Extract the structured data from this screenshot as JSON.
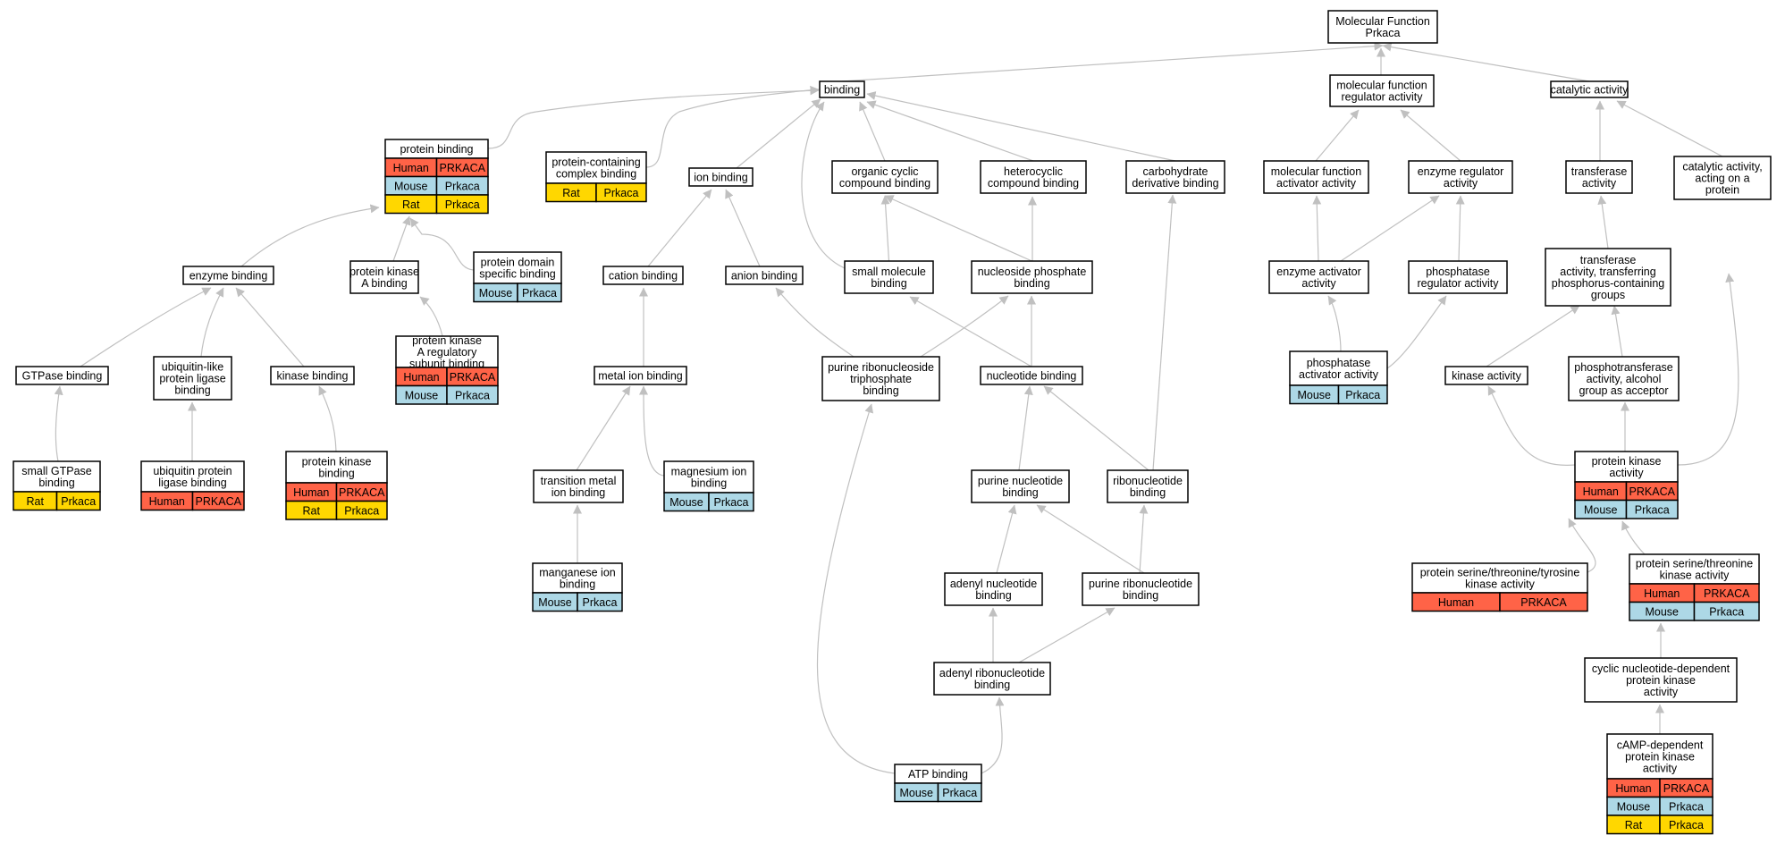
{
  "colors": {
    "edge": "#c0c0c0",
    "node_border": "#000000",
    "node_fill": "#ffffff",
    "human": "#ff6347",
    "mouse": "#add8e6",
    "rat": "#ffd700"
  },
  "nodes": [
    {
      "id": "mf",
      "lines": [
        "Molecular Function",
        "Prkaca"
      ],
      "rows": []
    },
    {
      "id": "binding",
      "lines": [
        "binding"
      ],
      "rows": []
    },
    {
      "id": "mfreg",
      "lines": [
        "molecular function",
        "regulator activity"
      ],
      "rows": []
    },
    {
      "id": "cat",
      "lines": [
        "catalytic activity"
      ],
      "rows": []
    },
    {
      "id": "protbind",
      "lines": [
        "protein binding"
      ],
      "rows": [
        {
          "species": "Human",
          "gene": "PRKACA"
        },
        {
          "species": "Mouse",
          "gene": "Prkaca"
        },
        {
          "species": "Rat",
          "gene": "Prkaca"
        }
      ]
    },
    {
      "id": "pccb",
      "lines": [
        "protein-containing",
        "complex binding"
      ],
      "rows": [
        {
          "species": "Rat",
          "gene": "Prkaca"
        }
      ]
    },
    {
      "id": "ionb",
      "lines": [
        "ion binding"
      ],
      "rows": []
    },
    {
      "id": "occb",
      "lines": [
        "organic cyclic",
        "compound binding"
      ],
      "rows": []
    },
    {
      "id": "hccb",
      "lines": [
        "heterocyclic",
        "compound binding"
      ],
      "rows": []
    },
    {
      "id": "cdb",
      "lines": [
        "carbohydrate",
        "derivative binding"
      ],
      "rows": []
    },
    {
      "id": "mfaa",
      "lines": [
        "molecular function",
        "activator activity"
      ],
      "rows": []
    },
    {
      "id": "era",
      "lines": [
        "enzyme regulator",
        "activity"
      ],
      "rows": []
    },
    {
      "id": "trans",
      "lines": [
        "transferase",
        "activity"
      ],
      "rows": []
    },
    {
      "id": "caap",
      "lines": [
        "catalytic activity,",
        "acting on a",
        "protein"
      ],
      "rows": []
    },
    {
      "id": "enzb",
      "lines": [
        "enzyme binding"
      ],
      "rows": []
    },
    {
      "id": "pkab",
      "lines": [
        "protein kinase",
        "A binding"
      ],
      "rows": []
    },
    {
      "id": "pdsb",
      "lines": [
        "protein domain",
        "specific binding"
      ],
      "rows": [
        {
          "species": "Mouse",
          "gene": "Prkaca"
        }
      ]
    },
    {
      "id": "catb",
      "lines": [
        "cation binding"
      ],
      "rows": []
    },
    {
      "id": "anb",
      "lines": [
        "anion binding"
      ],
      "rows": []
    },
    {
      "id": "smb",
      "lines": [
        "small molecule",
        "binding"
      ],
      "rows": []
    },
    {
      "id": "npb",
      "lines": [
        "nucleoside phosphate",
        "binding"
      ],
      "rows": []
    },
    {
      "id": "eaa",
      "lines": [
        "enzyme activator",
        "activity"
      ],
      "rows": []
    },
    {
      "id": "pra",
      "lines": [
        "phosphatase",
        "regulator activity"
      ],
      "rows": []
    },
    {
      "id": "ttpg",
      "lines": [
        "transferase",
        "activity, transferring",
        "phosphorus-containing",
        "groups"
      ],
      "rows": []
    },
    {
      "id": "pkarsb",
      "lines": [
        "protein kinase",
        "A regulatory",
        "subunit binding"
      ],
      "rows": [
        {
          "species": "Human",
          "gene": "PRKACA"
        },
        {
          "species": "Mouse",
          "gene": "Prkaca"
        }
      ]
    },
    {
      "id": "gtpb",
      "lines": [
        "GTPase binding"
      ],
      "rows": []
    },
    {
      "id": "ulplb",
      "lines": [
        "ubiquitin-like",
        "protein ligase",
        "binding"
      ],
      "rows": []
    },
    {
      "id": "kinb",
      "lines": [
        "kinase binding"
      ],
      "rows": []
    },
    {
      "id": "mib",
      "lines": [
        "metal ion binding"
      ],
      "rows": []
    },
    {
      "id": "prntpb",
      "lines": [
        "purine ribonucleoside",
        "triphosphate",
        "binding"
      ],
      "rows": []
    },
    {
      "id": "nucb",
      "lines": [
        "nucleotide binding"
      ],
      "rows": []
    },
    {
      "id": "paa",
      "lines": [
        "phosphatase",
        "activator activity"
      ],
      "rows": [
        {
          "species": "Mouse",
          "gene": "Prkaca"
        }
      ]
    },
    {
      "id": "kina",
      "lines": [
        "kinase activity"
      ],
      "rows": []
    },
    {
      "id": "ptaaga",
      "lines": [
        "phosphotransferase",
        "activity, alcohol",
        "group as acceptor"
      ],
      "rows": []
    },
    {
      "id": "sgtpb",
      "lines": [
        "small GTPase",
        "binding"
      ],
      "rows": [
        {
          "species": "Rat",
          "gene": "Prkaca"
        }
      ]
    },
    {
      "id": "uplb",
      "lines": [
        "ubiquitin protein",
        "ligase binding"
      ],
      "rows": [
        {
          "species": "Human",
          "gene": "PRKACA"
        }
      ]
    },
    {
      "id": "pkb",
      "lines": [
        "protein kinase",
        "binding"
      ],
      "rows": [
        {
          "species": "Human",
          "gene": "PRKACA"
        },
        {
          "species": "Rat",
          "gene": "Prkaca"
        }
      ]
    },
    {
      "id": "tmib",
      "lines": [
        "transition metal",
        "ion binding"
      ],
      "rows": []
    },
    {
      "id": "mgib",
      "lines": [
        "magnesium ion",
        "binding"
      ],
      "rows": [
        {
          "species": "Mouse",
          "gene": "Prkaca"
        }
      ]
    },
    {
      "id": "pnb",
      "lines": [
        "purine nucleotide",
        "binding"
      ],
      "rows": []
    },
    {
      "id": "rnb",
      "lines": [
        "ribonucleotide",
        "binding"
      ],
      "rows": []
    },
    {
      "id": "pka",
      "lines": [
        "protein kinase",
        "activity"
      ],
      "rows": [
        {
          "species": "Human",
          "gene": "PRKACA"
        },
        {
          "species": "Mouse",
          "gene": "Prkaca"
        }
      ]
    },
    {
      "id": "mnib",
      "lines": [
        "manganese ion",
        "binding"
      ],
      "rows": [
        {
          "species": "Mouse",
          "gene": "Prkaca"
        }
      ]
    },
    {
      "id": "anb2",
      "lines": [
        "adenyl nucleotide",
        "binding"
      ],
      "rows": []
    },
    {
      "id": "prnb",
      "lines": [
        "purine ribonucleotide",
        "binding"
      ],
      "rows": []
    },
    {
      "id": "pstyka",
      "lines": [
        "protein serine/threonine/tyrosine",
        "kinase activity"
      ],
      "rows": [
        {
          "species": "Human",
          "gene": "PRKACA"
        }
      ]
    },
    {
      "id": "pstka",
      "lines": [
        "protein serine/threonine",
        "kinase activity"
      ],
      "rows": [
        {
          "species": "Human",
          "gene": "PRKACA"
        },
        {
          "species": "Mouse",
          "gene": "Prkaca"
        }
      ]
    },
    {
      "id": "arnb",
      "lines": [
        "adenyl ribonucleotide",
        "binding"
      ],
      "rows": []
    },
    {
      "id": "cndpka",
      "lines": [
        "cyclic nucleotide-dependent",
        "protein kinase",
        "activity"
      ],
      "rows": []
    },
    {
      "id": "atpb",
      "lines": [
        "ATP binding"
      ],
      "rows": [
        {
          "species": "Mouse",
          "gene": "Prkaca"
        }
      ]
    },
    {
      "id": "campka",
      "lines": [
        "cAMP-dependent",
        "protein kinase",
        "activity"
      ],
      "rows": [
        {
          "species": "Human",
          "gene": "PRKACA"
        },
        {
          "species": "Mouse",
          "gene": "Prkaca"
        },
        {
          "species": "Rat",
          "gene": "Prkaca"
        }
      ]
    }
  ]
}
